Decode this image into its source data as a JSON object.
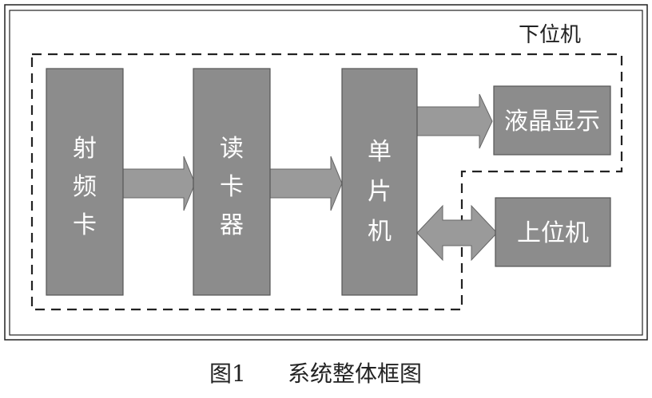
{
  "lower_computer_label": "下位机",
  "blocks": {
    "rf_card": [
      "射",
      "频",
      "卡"
    ],
    "card_reader": [
      "读",
      "卡",
      "器"
    ],
    "mcu": [
      "单",
      "片",
      "机"
    ],
    "lcd": "液晶显示",
    "host_pc": "上位机"
  },
  "caption": {
    "number": "图1",
    "title": "系统整体框图"
  },
  "colors": {
    "block_fill": "#8c8c8c",
    "block_border": "#555555",
    "arrow_fill": "#9a9a9a",
    "line": "#222222"
  }
}
